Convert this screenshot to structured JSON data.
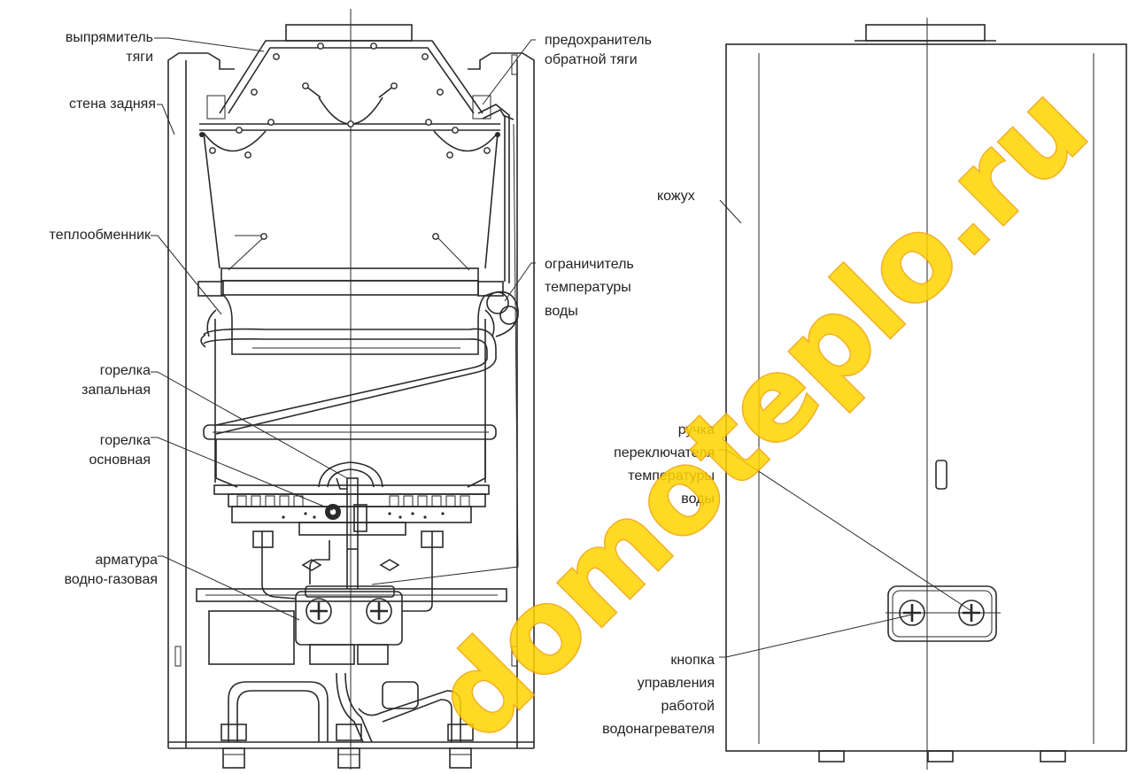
{
  "labels": {
    "vypryamitel": [
      "выпрямитель",
      "тяги"
    ],
    "stena": [
      "стена задняя"
    ],
    "teploobmennik": [
      "теплообменник"
    ],
    "gorelka_zapal": [
      "горелка",
      "запальная"
    ],
    "gorelka_osn": [
      "горелка",
      "основная"
    ],
    "armatura": [
      "арматура",
      "водно-газовая"
    ],
    "predohranitel": [
      "предохранитель",
      "обратной тяги"
    ],
    "ogranichitel": [
      "ограничитель",
      "температуры",
      "воды"
    ],
    "kozhuh": [
      "кожух"
    ],
    "ruchka": [
      "ручка",
      "переключателя",
      "температуры",
      "воды"
    ],
    "knopka": [
      "кнопка",
      "управления",
      "работой",
      "водонагревателя"
    ]
  },
  "watermark": {
    "text": "domoteplo.ru",
    "fill": "#FFD400",
    "stroke": "#F2A200"
  },
  "colors": {
    "line": "#2a2a2a",
    "text": "#222222"
  }
}
